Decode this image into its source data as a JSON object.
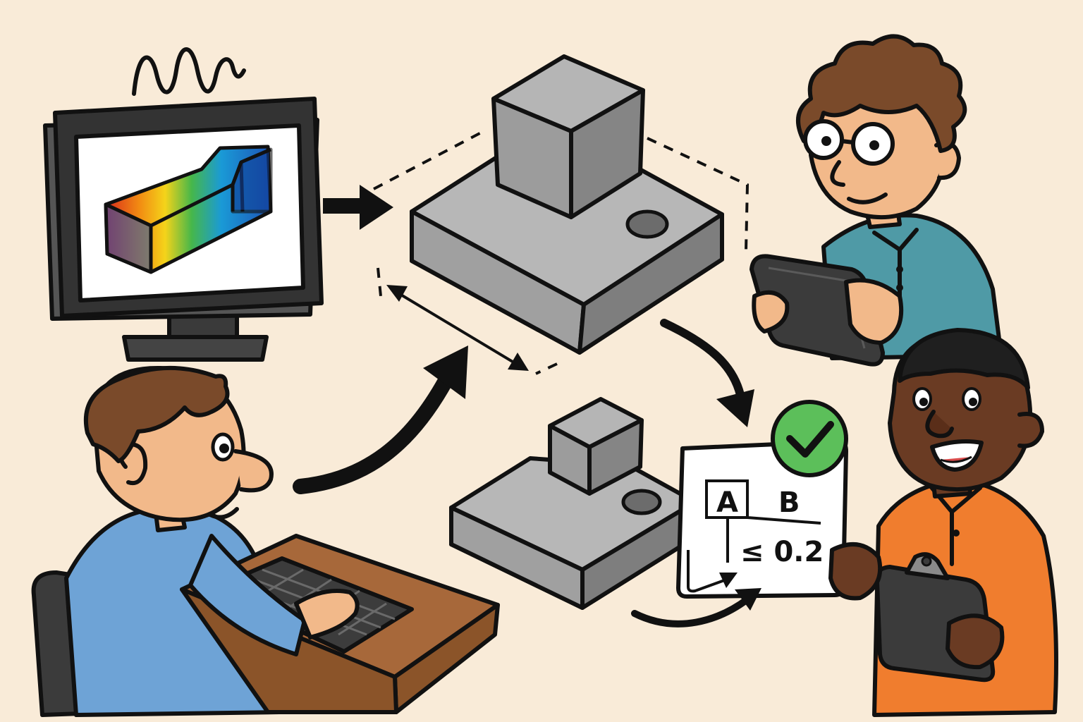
{
  "colors": {
    "background": "#f9ebd8",
    "outline": "#111111",
    "part_gray": "#a3a3a3",
    "part_gray_dark": "#8a8a8a",
    "part_gray_light": "#bdbdbd",
    "check_green": "#5cbf5a",
    "shirt_blue": "#6ea3d6",
    "shirt_teal": "#4f9aa6",
    "shirt_orange": "#f07d2e",
    "desk_brown": "#a7683a",
    "skin_light": "#f2b98a",
    "skin_dark": "#6a3b23"
  },
  "icons": {
    "monitor": "monitor-icon",
    "signal": "waveform-icon",
    "tablet": "tablet-icon",
    "clipboard": "clipboard-icon",
    "check": "checkmark-icon",
    "keyboard": "keyboard-icon"
  },
  "tolerance_card": {
    "datum_a": "A",
    "datum_b": "B",
    "tolerance": "≤ 0.2"
  }
}
